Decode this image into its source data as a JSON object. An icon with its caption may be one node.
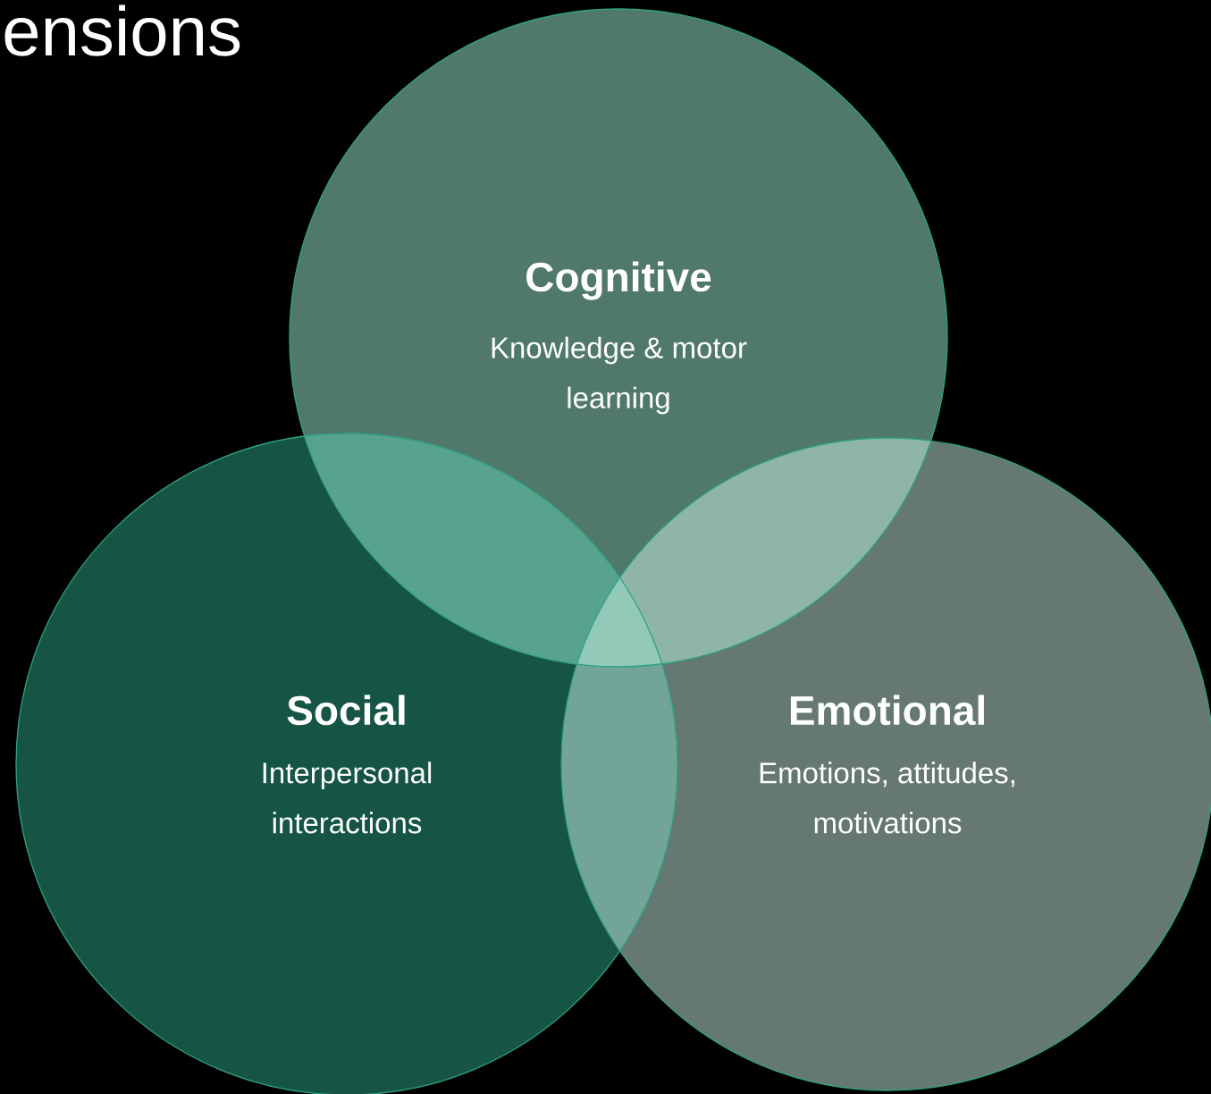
{
  "diagram": {
    "nodes": [
      {
        "text": [
          "Cognitive",
          "Knowledge & motor learning"
        ]
      },
      {
        "text": [
          "Social",
          "Interpersonal interactions"
        ]
      },
      {
        "text": [
          "Emotional",
          "Emotions, attitudes, motivations"
        ]
      }
    ],
    "labels": [
      "ensions"
    ]
  }
}
